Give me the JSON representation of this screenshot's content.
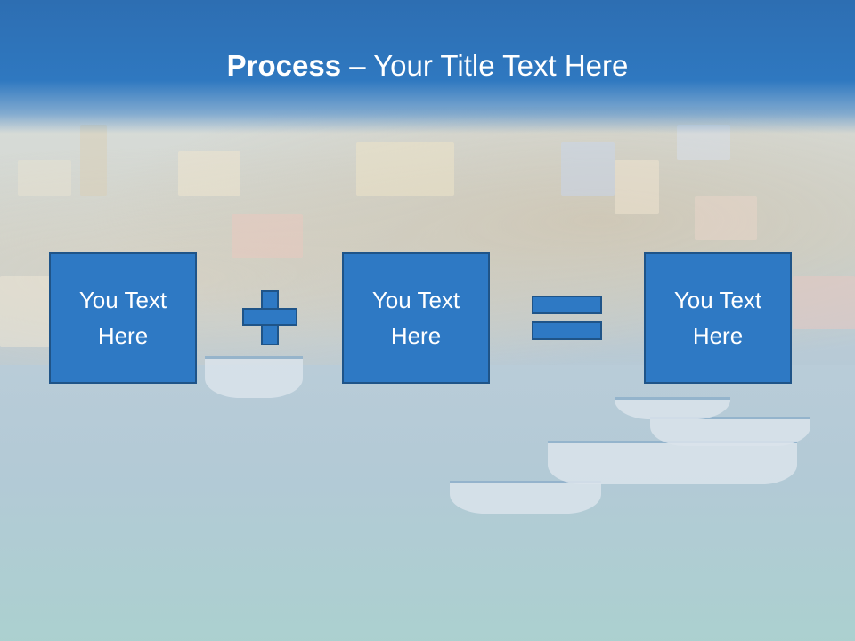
{
  "slide": {
    "title_bold": "Process",
    "title_rest": " – Your Title Text Here"
  },
  "process": {
    "boxes": [
      {
        "label": "You Text\nHere"
      },
      {
        "label": "You Text\nHere"
      },
      {
        "label": "You Text\nHere"
      }
    ],
    "operators": [
      "plus-icon",
      "equals-icon"
    ]
  },
  "colors": {
    "accent": "#2e79c4",
    "border": "#1f5488",
    "title_band": "#2d6eb2",
    "text": "#ffffff"
  }
}
